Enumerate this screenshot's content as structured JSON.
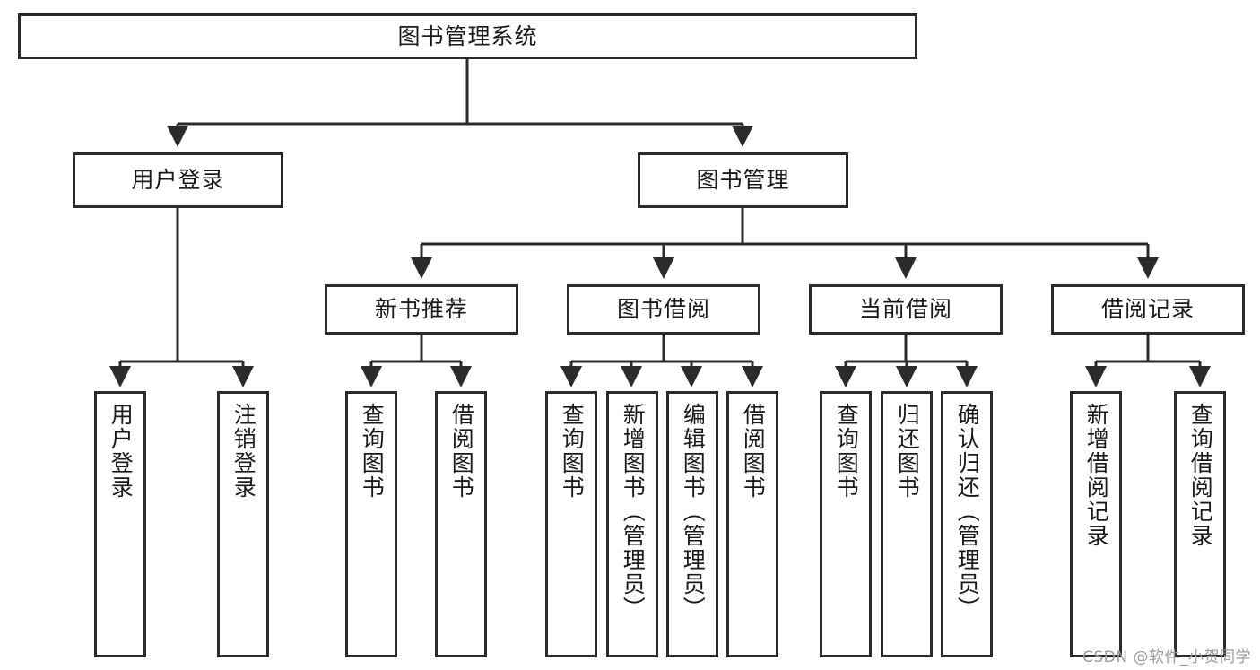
{
  "diagram": {
    "title": "图书管理系统",
    "type": "tree-hierarchy-chart",
    "watermark": "CSDN @软件_小贺同学",
    "colors": {
      "border": "#2b2b2b",
      "background": "#ffffff",
      "text": "#1a1a1a",
      "edge": "#2b2b2b",
      "watermark": "#9a9a9a"
    }
  },
  "nodes": {
    "root": {
      "label": "图书管理系统"
    },
    "level2": [
      {
        "id": "user-login",
        "label": "用户登录"
      },
      {
        "id": "book-manage",
        "label": "图书管理"
      }
    ],
    "level3": [
      {
        "id": "new-book-recommend",
        "label": "新书推荐"
      },
      {
        "id": "book-borrow",
        "label": "图书借阅"
      },
      {
        "id": "current-borrow",
        "label": "当前借阅"
      },
      {
        "id": "borrow-record",
        "label": "借阅记录"
      }
    ],
    "leaves": {
      "user_login": [
        {
          "id": "leaf-user-login",
          "label": "用户登录"
        },
        {
          "id": "leaf-logout-login",
          "label": "注销登录"
        }
      ],
      "new_book_recommend": [
        {
          "id": "leaf-query-book-1",
          "label": "查询图书"
        },
        {
          "id": "leaf-borrow-book-1",
          "label": "借阅图书"
        }
      ],
      "book_borrow": [
        {
          "id": "leaf-query-book-2",
          "label": "查询图书"
        },
        {
          "id": "leaf-add-book",
          "label": "新增图书（管理员）"
        },
        {
          "id": "leaf-edit-book",
          "label": "编辑图书（管理员）"
        },
        {
          "id": "leaf-borrow-book-2",
          "label": "借阅图书"
        }
      ],
      "current_borrow": [
        {
          "id": "leaf-query-book-3",
          "label": "查询图书"
        },
        {
          "id": "leaf-return-book",
          "label": "归还图书"
        },
        {
          "id": "leaf-confirm-return",
          "label": "确认归还（管理员）"
        }
      ],
      "borrow_record": [
        {
          "id": "leaf-add-record",
          "label": "新增借阅记录"
        },
        {
          "id": "leaf-query-record",
          "label": "查询借阅记录"
        }
      ]
    }
  }
}
